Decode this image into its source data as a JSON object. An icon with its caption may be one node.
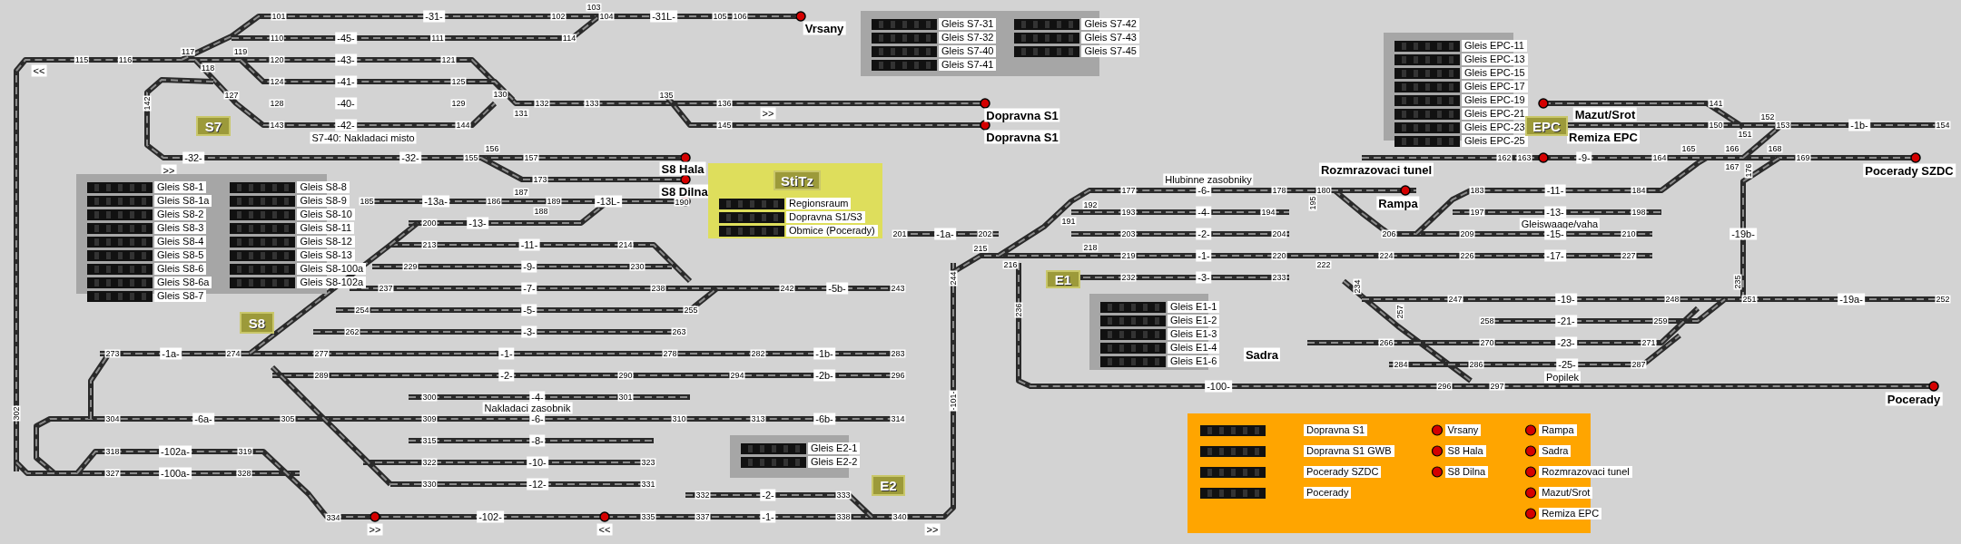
{
  "diagram": {
    "nodes": [
      {
        "text": [
          "Gleis S7-31",
          "Gleis S7-32",
          "Gleis S7-40",
          "Gleis S7-41",
          "Gleis S7-42",
          "Gleis S7-43",
          "Gleis S7-45"
        ]
      },
      {
        "text": [
          "Gleis S8-1",
          "Gleis S8-1a",
          "Gleis S8-2",
          "Gleis S8-3",
          "Gleis S8-4",
          "Gleis S8-5",
          "Gleis S8-6",
          "Gleis S8-6a",
          "Gleis S8-7",
          "Gleis S8-8",
          "Gleis S8-9",
          "Gleis S8-10",
          "Gleis S8-11",
          "Gleis S8-12",
          "Gleis S8-13",
          "Gleis S8-100a",
          "Gleis S8-102a"
        ]
      },
      {
        "text": [
          "Regionsraum",
          "Dopravna S1/S3",
          "Obmice (Pocerady)"
        ]
      },
      {
        "text": [
          "StiTz"
        ],
        "in": 2
      },
      {
        "text": [
          "Gleis EPC-11",
          "Gleis EPC-13",
          "Gleis EPC-15",
          "Gleis EPC-17",
          "Gleis EPC-19",
          "Gleis EPC-21",
          "Gleis EPC-23",
          "Gleis EPC-25"
        ]
      },
      {
        "text": [
          "Gleis E1-1",
          "Gleis E1-2",
          "Gleis E1-3",
          "Gleis E1-4",
          "Gleis E1-6"
        ]
      },
      {
        "text": [
          "Gleis E2-1",
          "Gleis E2-2"
        ]
      },
      {
        "text": [
          "Dopravna S1",
          "Dopravna S1 GWB",
          "Pocerady SZDC",
          "Pocerady",
          "Vrsany",
          "S8 Hala",
          "S8 Dilna",
          "Rampa",
          "Sadra",
          "Rozmrazovaci tunel",
          "Mazut/Srot",
          "Remiza EPC"
        ]
      },
      {
        "text": [
          "S7"
        ]
      },
      {
        "text": [
          "S8"
        ]
      },
      {
        "text": [
          "E1"
        ]
      },
      {
        "text": [
          "E2"
        ]
      },
      {
        "text": [
          "EPC"
        ]
      }
    ],
    "labels": [
      "101",
      "-31-",
      "102",
      "103",
      "104",
      "-31L-",
      "105",
      "106",
      "Vrsany",
      "110",
      "-45-",
      "111",
      "114",
      "<<",
      "115",
      "116",
      "117",
      "118",
      "119",
      "120",
      "-43-",
      "121",
      "124",
      "-41-",
      "125",
      "142",
      "127",
      "128",
      "-40-",
      "129",
      "130",
      "131",
      "132",
      "133",
      "135",
      "136",
      "Dopravna S1",
      "143",
      "-42-",
      "144",
      "145",
      ">>",
      "Dopravna S1",
      "S7-40: Nakladaci misto",
      "-32-",
      "-32-",
      "155",
      "156",
      "157",
      "S8 Hala",
      ">>",
      "173",
      "S8 Dilna",
      "185",
      "-13a-",
      "186",
      "187",
      "189",
      "188",
      "-13L-",
      "190",
      "200",
      "-13-",
      "213",
      "-11-",
      "214",
      "229",
      "-9-",
      "230",
      "Mazut/Srot",
      "141",
      "150",
      "151",
      "152",
      "153",
      "-1b-",
      "154",
      "Remiza EPC",
      "162",
      "163",
      "-9-",
      "164",
      "165",
      "166",
      "168",
      "167",
      "169",
      "Rozmrazovaci tunel",
      "176",
      "Pocerady SZDC",
      "Hlubinne zasobniky",
      "177",
      "-6-",
      "178",
      "180",
      "183",
      "-11-",
      "184",
      "195",
      "Rampa",
      "192",
      "193",
      "-4-",
      "194",
      "197",
      "-13-",
      "198",
      "191",
      "Gleiswaage/vaha",
      "201",
      "-1a-",
      "202",
      "203",
      "-2-",
      "204",
      "206",
      "209",
      "-15-",
      "210",
      "-19b-",
      "215",
      "218",
      "219",
      "-1-",
      "220",
      "222",
      "224",
      "226",
      "-17-",
      "227",
      "216",
      "237",
      "-7-",
      "238",
      "242",
      "-5b-",
      "243",
      "244",
      "232",
      "-3-",
      "233",
      "254",
      "-5-",
      "255",
      "236",
      "262",
      "-3-",
      "263",
      "273",
      "-1a-",
      "274",
      "277",
      "-1-",
      "278",
      "282",
      "-1b-",
      "283",
      "Sadra",
      "289",
      "-2-",
      "290",
      "294",
      "-2b-",
      "296",
      "-100-",
      "300",
      "-4-",
      "301",
      "-101-",
      "Nakladaci zasobnik",
      "302",
      "304",
      "-6a-",
      "305",
      "309",
      "-6-",
      "310",
      "313",
      "-6b-",
      "314",
      "315",
      "-8-",
      "318",
      "-102a-",
      "319",
      "322",
      "-10-",
      "323",
      "327",
      "-100a-",
      "328",
      "330",
      "-12-",
      "331",
      "332",
      "-2-",
      "333",
      "334",
      "-102-",
      "335",
      "337",
      "-1-",
      "338",
      "340",
      ">>",
      "<<",
      ">>",
      "234",
      "247",
      "-19-",
      "248",
      "251",
      "-19a-",
      "252",
      "235",
      "257",
      "258",
      "-21-",
      "259",
      "266",
      "270",
      "-23-",
      "271",
      "284",
      "286",
      "-25-",
      "287",
      "Popilek",
      "296",
      "297",
      "Pocerady"
    ]
  }
}
